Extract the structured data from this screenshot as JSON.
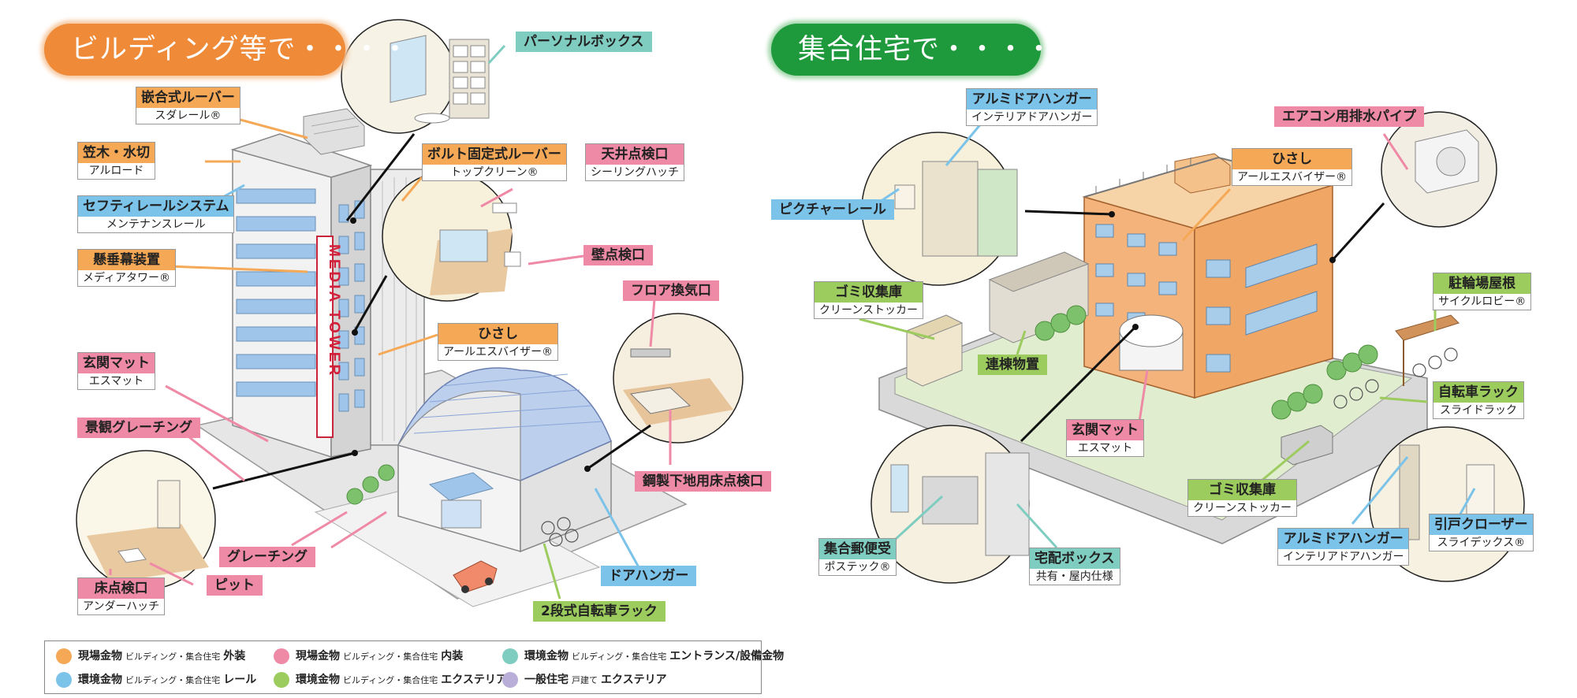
{
  "left_title": "ビルディング等で・・・・",
  "right_title": "集合住宅で・・・・",
  "building_sign": "MEDIA TOWER",
  "labels": {
    "personal_box": {
      "title": "パーソナルボックス"
    },
    "kanrou": {
      "title": "嵌合式ルーバー",
      "sub": "スダレール®"
    },
    "kasagi": {
      "title": "笠木・水切",
      "sub": "アルロード"
    },
    "bolt_louver": {
      "title": "ボルト固定式ルーバー",
      "sub": "トップクリーン®"
    },
    "ceiling_hatch": {
      "title": "天井点検口",
      "sub": "シーリングハッチ"
    },
    "safety_rail": {
      "title": "セフティレールシステム",
      "sub": "メンテナンスレール"
    },
    "curtain": {
      "title": "懸垂幕装置",
      "sub": "メディアタワー®"
    },
    "wall_hatch": {
      "title": "壁点検口"
    },
    "floor_vent": {
      "title": "フロア換気口"
    },
    "hisashi_left": {
      "title": "ひさし",
      "sub": "アールエスバイザー®"
    },
    "mat_left": {
      "title": "玄関マット",
      "sub": "エスマット"
    },
    "landscape_grating": {
      "title": "景観グレーチング"
    },
    "steel_floor_hatch": {
      "title": "鋼製下地用床点検口"
    },
    "grating": {
      "title": "グレーチング"
    },
    "floor_hatch": {
      "title": "床点検口",
      "sub": "アンダーハッチ"
    },
    "pit": {
      "title": "ピット"
    },
    "door_hanger": {
      "title": "ドアハンガー"
    },
    "bike_rack_2": {
      "title": "2段式自転車ラック"
    },
    "alumi_hanger_top": {
      "title": "アルミドアハンガー",
      "sub": "インテリアドアハンガー"
    },
    "aircon_pipe": {
      "title": "エアコン用排水パイプ"
    },
    "picture_rail": {
      "title": "ピクチャーレール"
    },
    "hisashi_right": {
      "title": "ひさし",
      "sub": "アールエスバイザー®"
    },
    "garbage_top": {
      "title": "ゴミ収集庫",
      "sub": "クリーンストッカー"
    },
    "renmune": {
      "title": "連棟物置"
    },
    "bicycle_roof": {
      "title": "駐輪場屋根",
      "sub": "サイクルロビー®"
    },
    "bike_rack_slide": {
      "title": "自転車ラック",
      "sub": "スライドラック"
    },
    "mat_right": {
      "title": "玄関マット",
      "sub": "エスマット"
    },
    "garbage_bottom": {
      "title": "ゴミ収集庫",
      "sub": "クリーンストッカー"
    },
    "alumi_hanger_bottom": {
      "title": "アルミドアハンガー",
      "sub": "インテリアドアハンガー"
    },
    "sliding_closer": {
      "title": "引戸クローザー",
      "sub": "スライデックス®"
    },
    "mailbox": {
      "title": "集合郵便受",
      "sub": "ポステック®"
    },
    "delivery_box": {
      "title": "宅配ボックス",
      "sub": "共有・屋内仕様"
    }
  },
  "legend": [
    {
      "color": "#f5a855",
      "a": "現場金物",
      "b": "ビルディング・集合住宅",
      "c": "外装"
    },
    {
      "color": "#ef8aa6",
      "a": "現場金物",
      "b": "ビルディング・集合住宅",
      "c": "内装"
    },
    {
      "color": "#7fcdc0",
      "a": "環境金物",
      "b": "ビルディング・集合住宅",
      "c": "エントランス/設備金物"
    },
    {
      "color": "#7cc3ea",
      "a": "環境金物",
      "b": "ビルディング・集合住宅",
      "c": "レール"
    },
    {
      "color": "#9ccb5e",
      "a": "環境金物",
      "b": "ビルディング・集合住宅",
      "c": "エクステリア"
    },
    {
      "color": "#b9aed8",
      "a": "一般住宅",
      "b": "戸建て",
      "c": "エクステリア"
    }
  ]
}
